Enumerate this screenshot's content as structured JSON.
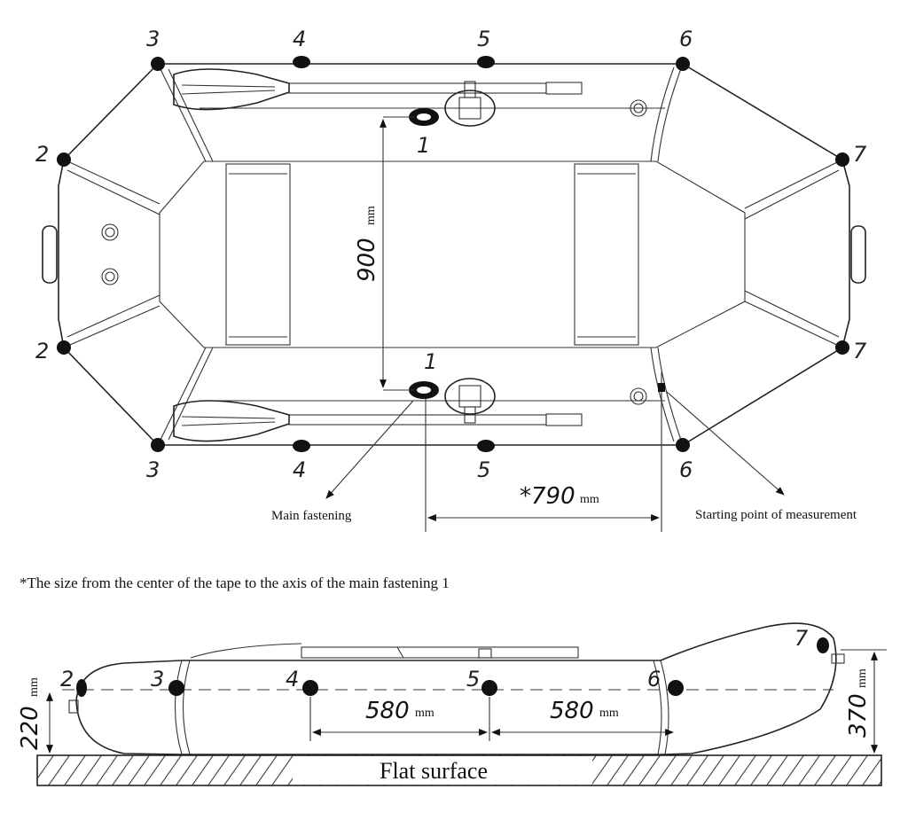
{
  "points": {
    "top_left_3": "3",
    "top_4": "4",
    "top_5": "5",
    "top_6": "6",
    "left_2_top": "2",
    "left_2_bottom": "2",
    "right_7_top": "7",
    "right_7_bottom": "7",
    "bottom_3": "3",
    "bottom_4": "4",
    "bottom_5": "5",
    "bottom_6": "6",
    "fastening_top": "1",
    "fastening_bottom": "1"
  },
  "top_view": {
    "width_value": "900",
    "width_unit": "mm",
    "offset_value": "*790",
    "offset_unit": "mm",
    "main_fastening_label": "Main fastening",
    "start_point_label": "Starting point of measurement"
  },
  "footnote": "*The size from the center of the tape to the axis of the main fastening 1",
  "side_view": {
    "p2": "2",
    "p3": "3",
    "p4": "4",
    "p5": "5",
    "p6": "6",
    "p7": "7",
    "height_left_value": "220",
    "height_left_unit": "mm",
    "height_right_value": "370",
    "height_right_unit": "mm",
    "span1_value": "580",
    "span1_unit": "mm",
    "span2_value": "580",
    "span2_unit": "mm",
    "surface_label": "Flat surface"
  }
}
